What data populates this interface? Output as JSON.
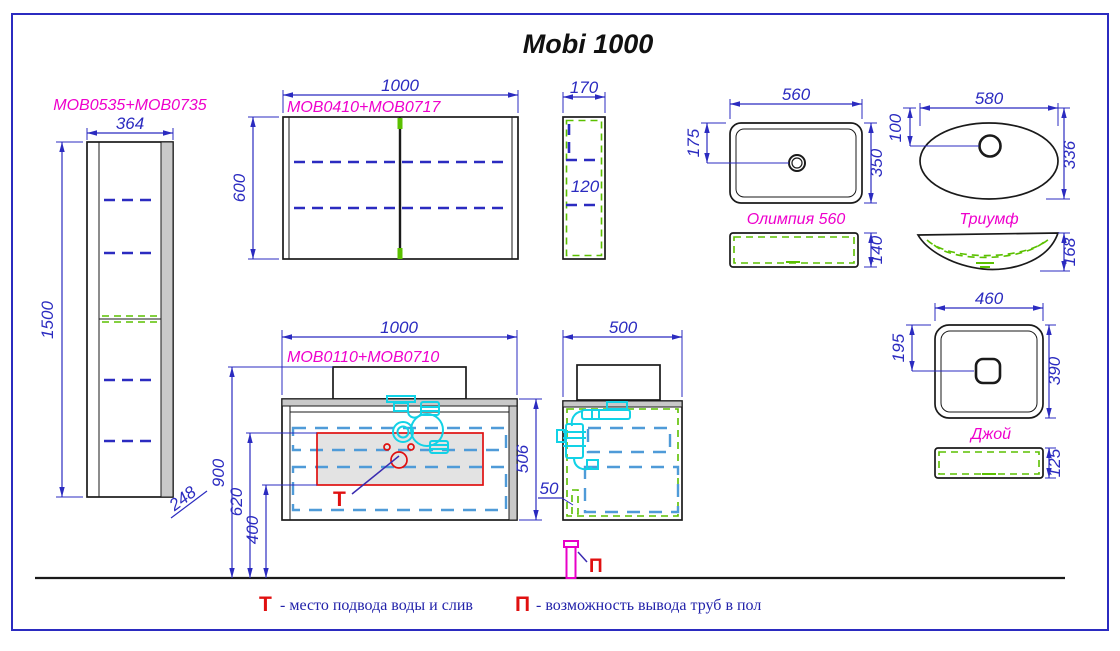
{
  "title": "Mobi 1000",
  "tall_cabinet": {
    "label": "MOB0535+MOB0735",
    "dim_width": "364",
    "dim_height": "1500",
    "dim_depth": "248"
  },
  "mirror_cabinet": {
    "label": "MOB0410+MOB0717",
    "dim_width": "1000",
    "dim_height": "600",
    "side": {
      "dim_depth": "170",
      "dim_inner": "120"
    }
  },
  "vanity": {
    "label": "MOB0110+MOB0710",
    "dim_width": "1000",
    "dim_total_height": "900",
    "dim_drain_height": "620",
    "dim_supply_height": "400",
    "dim_cabinet_height": "506",
    "t_mark": "Т",
    "side": {
      "dim_depth": "500",
      "dim_floor_gap": "50",
      "p_mark": "П"
    }
  },
  "sinks": {
    "olimpia": {
      "label": "Олимпия 560",
      "dim_width": "560",
      "dim_depth": "350",
      "dim_hole": "175",
      "dim_height": "140"
    },
    "triumf": {
      "label": "Триумф",
      "dim_width": "580",
      "dim_depth": "336",
      "dim_hole": "100",
      "dim_height": "168"
    },
    "joy": {
      "label": "Джой",
      "dim_width": "460",
      "dim_depth": "390",
      "dim_hole": "195",
      "dim_height": "125"
    }
  },
  "legend": {
    "t_symbol": "Т",
    "t_text": "- место подвода воды и слив",
    "p_symbol": "П",
    "p_text": "- возможность вывода труб в пол"
  },
  "colors": {
    "dimension_blue": "#2b2bc0",
    "label_magenta": "#ee00cc",
    "shelf_green": "#5bc000",
    "drawer_blue": "#4f9bd8",
    "plumbing_cyan": "#12d2e6",
    "marker_red": "#e01010",
    "pipe_pink": "#e800c8"
  }
}
